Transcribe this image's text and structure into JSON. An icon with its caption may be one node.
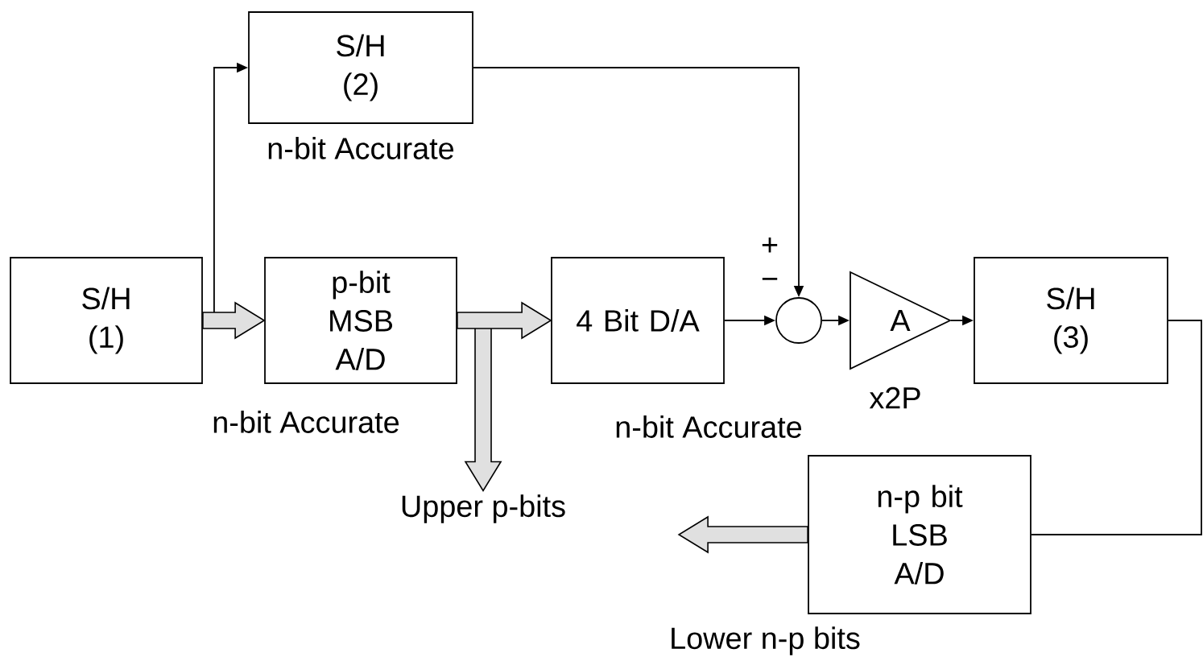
{
  "diagram": {
    "nodes": [
      {
        "text": [
          "S/H (1)"
        ]
      },
      {
        "text": [
          "S/H (2)"
        ],
        "beside": [
          "n-bit Accurate"
        ]
      },
      {
        "text": [
          "p-bit MSB A/D"
        ],
        "beside": [
          "n-bit Accurate"
        ]
      },
      {
        "text": [
          "4 Bit D/A"
        ],
        "beside": [
          "n-bit Accurate"
        ]
      },
      {
        "text": [],
        "shape": "circle"
      },
      {
        "text": [
          "A"
        ],
        "beside": [
          "x2P"
        ]
      },
      {
        "text": [
          "S/H (3)"
        ]
      },
      {
        "text": [
          "Upper p-bits"
        ]
      },
      {
        "text": [
          "n-p bit LSB A/D"
        ],
        "beside": [
          "Lower n-p bits"
        ]
      }
    ],
    "edges": [
      {
        "from": 0,
        "to": 2,
        "arrow": "to",
        "style": "thick"
      },
      {
        "from": 0,
        "to": 1,
        "arrow": "to"
      },
      {
        "from": 2,
        "to": 3,
        "arrow": "to",
        "style": "thick"
      },
      {
        "from": 2,
        "to": 7,
        "arrow": "to",
        "style": "thick"
      },
      {
        "from": 1,
        "to": 4,
        "arrow": "to"
      },
      {
        "from": 3,
        "to": 4,
        "arrow": "to"
      },
      {
        "from": 4,
        "to": 5,
        "arrow": "to"
      },
      {
        "from": 5,
        "to": 6,
        "arrow": "to"
      },
      {
        "from": 6,
        "to": 8,
        "arrow": "none"
      },
      {
        "from": 8,
        "to": null,
        "arrow": "to",
        "style": "thick"
      }
    ],
    "labels": [
      "+",
      "−"
    ]
  }
}
